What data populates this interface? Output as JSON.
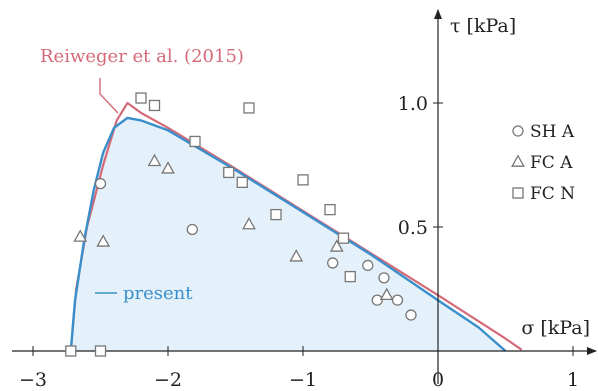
{
  "chart_data": {
    "type": "scatter",
    "x_axis": {
      "label": "σ [kPa]",
      "range": [
        -3.2,
        1.15
      ],
      "ticks": [
        -3,
        -2,
        -1,
        0,
        1
      ],
      "tick_labels": [
        "−3",
        "−2",
        "−1",
        "0",
        "1"
      ]
    },
    "y_axis": {
      "label": "τ [kPa]",
      "range": [
        0,
        1.35
      ],
      "ticks": [
        0.5,
        1.0
      ],
      "tick_labels": [
        "0.5",
        "1.0"
      ]
    },
    "grid": false,
    "legend_position": "right",
    "legend": [
      {
        "name": "SH A",
        "marker": "circle"
      },
      {
        "name": "FC A",
        "marker": "triangle"
      },
      {
        "name": "FC N",
        "marker": "square"
      }
    ],
    "curves": [
      {
        "name": "Reiweger et al. (2015)",
        "color": "#d46a78",
        "points": [
          [
            -2.72,
            0
          ],
          [
            -2.68,
            0.25
          ],
          [
            -2.6,
            0.5
          ],
          [
            -2.48,
            0.75
          ],
          [
            -2.38,
            0.93
          ],
          [
            -2.3,
            1.0
          ],
          [
            -2.2,
            0.96
          ],
          [
            -2.0,
            0.9
          ],
          [
            -1.5,
            0.735
          ],
          [
            -1.0,
            0.565
          ],
          [
            -0.5,
            0.395
          ],
          [
            0.0,
            0.225
          ],
          [
            0.5,
            0.05
          ],
          [
            0.62,
            0.005
          ]
        ]
      },
      {
        "name": "present",
        "color": "#3a8fcb",
        "fill": "#e4f1fa",
        "points": [
          [
            -2.72,
            0
          ],
          [
            -2.69,
            0.2
          ],
          [
            -2.62,
            0.45
          ],
          [
            -2.55,
            0.65
          ],
          [
            -2.48,
            0.8
          ],
          [
            -2.4,
            0.9
          ],
          [
            -2.3,
            0.94
          ],
          [
            -2.2,
            0.93
          ],
          [
            -2.0,
            0.89
          ],
          [
            -1.5,
            0.73
          ],
          [
            -1.0,
            0.56
          ],
          [
            -0.5,
            0.39
          ],
          [
            0.0,
            0.205
          ],
          [
            0.3,
            0.095
          ],
          [
            0.5,
            0.0
          ]
        ]
      }
    ],
    "series": [
      {
        "name": "SH A",
        "marker": "circle",
        "points": [
          [
            -2.5,
            0.675
          ],
          [
            -1.82,
            0.49
          ],
          [
            -0.78,
            0.355
          ],
          [
            -0.52,
            0.345
          ],
          [
            -0.45,
            0.205
          ],
          [
            -0.4,
            0.295
          ],
          [
            -0.3,
            0.205
          ],
          [
            -0.2,
            0.145
          ]
        ]
      },
      {
        "name": "FC A",
        "marker": "triangle",
        "points": [
          [
            -2.65,
            0.46
          ],
          [
            -2.48,
            0.44
          ],
          [
            -2.1,
            0.765
          ],
          [
            -2.0,
            0.735
          ],
          [
            -1.4,
            0.51
          ],
          [
            -1.05,
            0.38
          ],
          [
            -0.75,
            0.42
          ],
          [
            -0.38,
            0.225
          ]
        ]
      },
      {
        "name": "FC N",
        "marker": "square",
        "points": [
          [
            -2.72,
            0
          ],
          [
            -2.5,
            0
          ],
          [
            -2.2,
            1.02
          ],
          [
            -2.1,
            0.99
          ],
          [
            -1.8,
            0.845
          ],
          [
            -1.55,
            0.72
          ],
          [
            -1.45,
            0.68
          ],
          [
            -1.4,
            0.98
          ],
          [
            -1.2,
            0.55
          ],
          [
            -1.0,
            0.69
          ],
          [
            -0.8,
            0.57
          ],
          [
            -0.7,
            0.455
          ],
          [
            -0.65,
            0.3
          ]
        ]
      }
    ],
    "annotations": [
      {
        "text": "Reiweger et al. (2015)",
        "color": "#d46a78"
      },
      {
        "text": "present",
        "color": "#3a8fcb"
      }
    ]
  }
}
